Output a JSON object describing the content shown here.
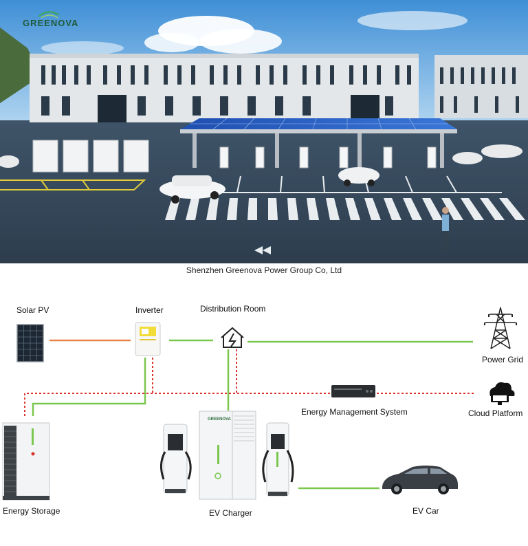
{
  "hero": {
    "brand": "GREENOVA"
  },
  "caption": "Shenzhen Greenova Power Group Co, Ltd",
  "diagram": {
    "nodes": {
      "solar_pv": "Solar PV",
      "inverter": "Inverter",
      "distribution_room": "Distribution Room",
      "power_grid": "Power Grid",
      "energy_management_system": "Energy Management System",
      "cloud_platform": "Cloud Platform",
      "energy_storage": "Energy Storage",
      "ev_charger": "EV Charger",
      "ev_car": "EV Car"
    },
    "charger_brand": "GREENOVA",
    "line_colors": {
      "power": "#7ac74f",
      "solar": "#e8834a",
      "data": "#d9342b"
    }
  }
}
